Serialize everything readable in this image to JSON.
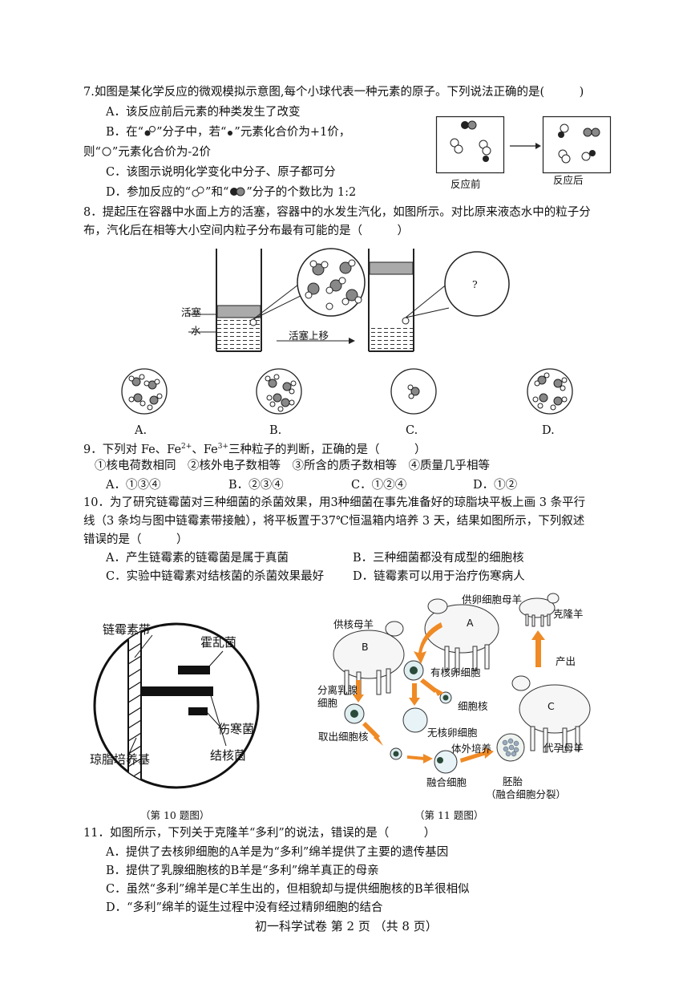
{
  "q7": {
    "stem": "7.如图是某化学反应的微观模拟示意图,每个小球代表一种元素的原子。下列说法正确的是(　　　)",
    "a": "A．该反应前后元素的种类发生了改变",
    "b1_pre": "B．在“",
    "b1_mid": "”分子中，若“",
    "b1_post": "”元素化合价为+1价，",
    "b2_pre": "则“",
    "b2_post": "”元素化合价为-2价",
    "c": "C．该图示说明化学变化中分子、原子都可分",
    "d_pre": "D．参加反应的“",
    "d_mid": "”和“",
    "d_post": "”分子的个数比为 1:2",
    "before_label": "反应前",
    "after_label": "反应后"
  },
  "q8": {
    "stem1": "8．提起压在容器中水面上方的活塞，容器中的水发生汽化，如图所示。对比原来液态水中的粒子分",
    "stem2": "布，汽化后在相等大小空间内粒子分布最有可能的是（　　　）",
    "piston_label": "活塞",
    "water_label": "水",
    "arrow_label": "活塞上移",
    "question_mark": "?",
    "opt_a": "A.",
    "opt_b": "B.",
    "opt_c": "C.",
    "opt_d": "D."
  },
  "q9": {
    "stem_pre": "9．下列对 Fe、Fe",
    "sup1": "2+",
    "stem_mid": "、Fe",
    "sup2": "3+",
    "stem_post": "三种粒子的判断，正确的是（　　　）",
    "statements": "①核电荷数相同　②核外电子数相等　③所含的质子数相等　④质量几乎相等",
    "a": "A．①③④",
    "b": "B．②③④",
    "c": "C．①②④",
    "d": "D．①②"
  },
  "q10": {
    "stem1": "10．为了研究链霉菌对三种细菌的杀菌效果，用3种细菌在事先准备好的琼脂块平板上画 3 条平行",
    "stem2": "线（3 条均与图中链霉素带接触），将平板置于37℃恒温箱内培养 3 天，结果如图所示，下列叙述",
    "stem3": "错误的是（　　　）",
    "a": "A．产生链霉素的链霉菌是属于真菌",
    "b": "B．三种细菌都没有成型的细胞核",
    "c": "C．实验中链霉素对结核菌的杀菌效果最好",
    "d": "D．链霉素可以用于治疗伤寒病人",
    "fig_labels": {
      "strip": "链霉素带",
      "cholera": "霍乱菌",
      "typhoid": "伤寒菌",
      "agar": "琼脂培养基",
      "tb": "结核菌"
    },
    "caption": "（第 10 题图）"
  },
  "q11_fig": {
    "egg_donor": "供卵细胞母羊",
    "clone": "克隆羊",
    "nucleus_donor": "供核母羊",
    "nucleated_egg": "有核卵细胞",
    "produce": "产出",
    "separate1": "分离乳腺",
    "separate2": "细胞",
    "nucleus": "细胞核",
    "extract": "取出细胞核",
    "enucleated": "无核卵细胞",
    "in_vitro": "体外培养",
    "surrogate": "代孕母羊",
    "fused": "融合细胞",
    "embryo": "胚胎",
    "embryo_note": "（融合细胞分裂）",
    "sheep_a": "A",
    "sheep_b": "B",
    "sheep_c": "C",
    "caption": "（第 11 题图）"
  },
  "q11": {
    "stem": "11．如图所示，下列关于克隆羊“多利”的说法，错误的是（　　　）",
    "a": "A．提供了去核卵细胞的A羊是为“多利”绵羊提供了主要的遗传基因",
    "b": "B．提供了乳腺细胞核的B羊是“多利”绵羊真正的母亲",
    "c": "C．虽然“多利”绵羊是C羊生出的，但相貌却与提供细胞核的B羊很相似",
    "d": "D．“多利”绵羊的诞生过程中没有经过精卵细胞的结合"
  },
  "footer": "初一科学试卷 第 2 页 （共 8 页）"
}
